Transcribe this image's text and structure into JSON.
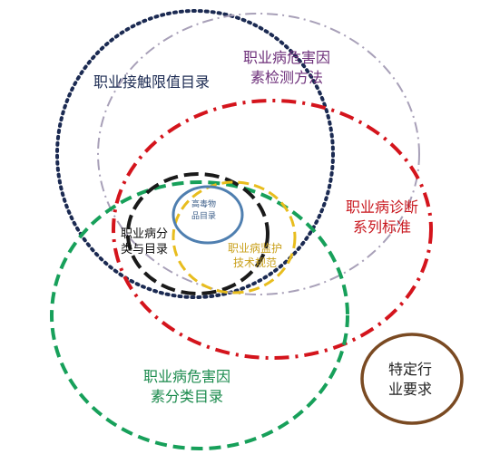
{
  "colors": {
    "exposure_limits": "#1b2a52",
    "detection_methods": "#a8a0b8",
    "diagnosis_standards": "#d4141c",
    "hazard_classification": "#17a05a",
    "disease_classification": "#1a1a1a",
    "monitoring_specs": "#e8bd1e",
    "toxic_catalog": "#4f7fb0",
    "industry_requirements": "#7a4a22"
  },
  "labels": {
    "exposure_limits": {
      "line1": "职业接触限值目录"
    },
    "detection_methods": {
      "line1": "职业病危害因",
      "line2": "素检测方法"
    },
    "diagnosis_standards": {
      "line1": "职业病诊断",
      "line2": "系列标准"
    },
    "hazard_classification": {
      "line1": "职业病危害因",
      "line2": "素分类目录"
    },
    "disease_classification": {
      "line1": "职业病分",
      "line2": "类与目录"
    },
    "monitoring_specs": {
      "line1": "职业病监护",
      "line2": "技术规范"
    },
    "toxic_catalog": {
      "line1": "高毒物",
      "line2": "品目录"
    },
    "industry_requirements": {
      "line1": "特定行",
      "line2": "业要求"
    }
  }
}
